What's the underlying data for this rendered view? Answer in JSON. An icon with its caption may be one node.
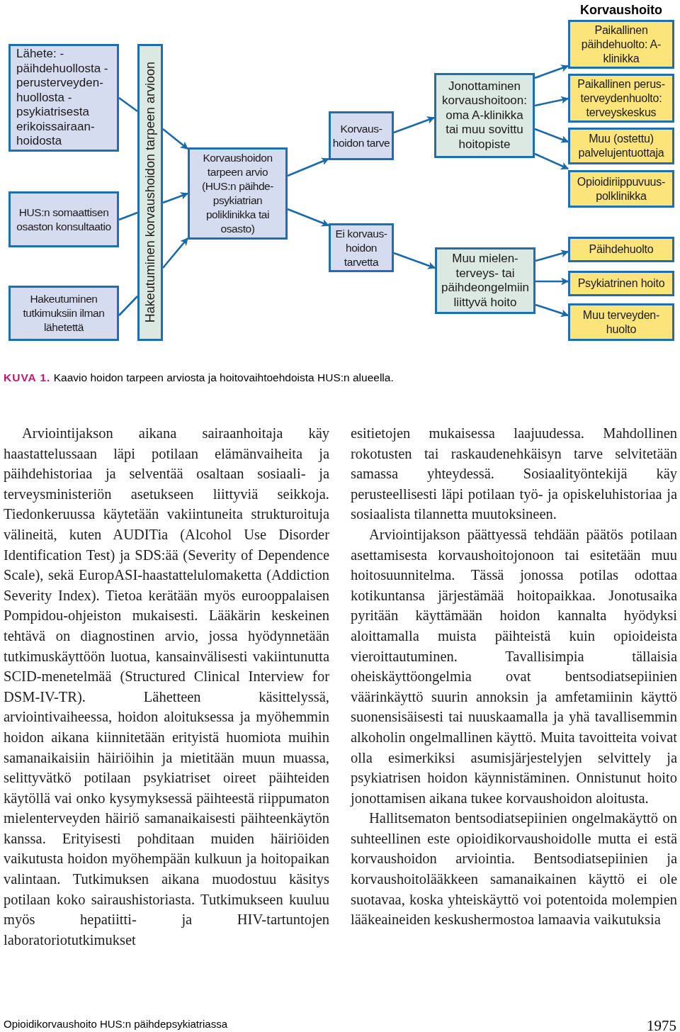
{
  "diagram": {
    "caption": "**KUVA 1.** Kaavio hoidon tarpeen arviosta ja hoitovaihtoehdoista HUS:n alueella.",
    "nodes": [
      {
        "text": [
          "Lähete: - päihdehuollosta - perusterveyden- huollosta - psykiatrisesta erikoissairaan- hoidosta"
        ]
      },
      {
        "text": [
          "HUS:n somaattisen osaston konsultaatio"
        ]
      },
      {
        "text": [
          "Hakeutuminen tutkimuksiin ilman lähetettä"
        ]
      },
      {
        "text": [
          "Hakeutuminen korvaushoidon tarpeen arvioon"
        ]
      },
      {
        "text": [
          "Korvaushoidon tarpeen arvio (HUS:n päihde- psykiatrian poliklinikka tai osasto)"
        ]
      },
      {
        "text": [
          "Korvaus- hoidon tarve"
        ]
      },
      {
        "text": [
          "Ei korvaus- hoidon tarvetta"
        ]
      },
      {
        "text": [
          "Jonottaminen korvaushoitoon: oma A-klinikka tai muu sovittu hoitopiste"
        ]
      },
      {
        "text": [
          "Muu mielen- terveys- tai päihdeongelmiin liittyvä hoito"
        ]
      },
      {
        "text": [
          "Paikallinen päihdehuolto: A-klinikka"
        ]
      },
      {
        "text": [
          "Paikallinen perus- terveydenhuolto: terveyskeskus"
        ]
      },
      {
        "text": [
          "Muu (ostettu) palvelujentuottaja"
        ]
      },
      {
        "text": [
          "Opioidiriippuvuus- polklinikka"
        ]
      },
      {
        "text": [
          "Päihdehuolto"
        ]
      },
      {
        "text": [
          "Psykiatrinen hoito"
        ]
      },
      {
        "text": [
          "Muu terveyden- huolto"
        ]
      }
    ],
    "edges": [
      {
        "from": 0,
        "to": 3,
        "arrow": "none"
      },
      {
        "from": 1,
        "to": 3,
        "arrow": "none"
      },
      {
        "from": 2,
        "to": 3,
        "arrow": "none"
      },
      {
        "from": 3,
        "to": 4,
        "arrow": "to"
      },
      {
        "from": 3,
        "to": 4,
        "arrow": "to"
      },
      {
        "from": 3,
        "to": 4,
        "arrow": "to"
      },
      {
        "from": 4,
        "to": 5,
        "arrow": "to"
      },
      {
        "from": 4,
        "to": 6,
        "arrow": "to"
      },
      {
        "from": 5,
        "to": 7,
        "arrow": "to"
      },
      {
        "from": 6,
        "to": 8,
        "arrow": "to"
      },
      {
        "from": 7,
        "to": 9,
        "arrow": "to"
      },
      {
        "from": 7,
        "to": 10,
        "arrow": "to"
      },
      {
        "from": 7,
        "to": 11,
        "arrow": "to"
      },
      {
        "from": 7,
        "to": 12,
        "arrow": "to"
      },
      {
        "from": 8,
        "to": 13,
        "arrow": "to"
      },
      {
        "from": 8,
        "to": 14,
        "arrow": "to"
      },
      {
        "from": 8,
        "to": 15,
        "arrow": "to"
      }
    ],
    "labels": [
      "Korvaushoito",
      "Arviointijakson aikana sairaanhoitaja käy haastattelussaan läpi potilaan elämänvaiheita ja päihdehistoriaa ja selventää osaltaan sosiaali- ja terveysministeriön asetukseen liittyviä seikkoja. Tiedonkeruussa käytetään vakiintuneita strukturoituja välineitä, kuten AUDITia (Alcohol Use Disorder Identification Test) ja SDS:ää (Severity of Dependence Scale), sekä EuropASI-haastattelulomaketta (Addiction Severity Index). Tietoa kerätään myös eurooppalaisen Pompidou-ohjeiston mukaisesti. Lääkärin keskeinen tehtävä on diagnostinen arvio, jossa hyödynnetään tutkimuskäyttöön luotua, kansainvälisesti vakiintunutta SCID-menetelmää (Structured Clinical Interview for DSM-IV-TR). Lähetteen käsittelyssä, arviointivaiheessa, hoidon aloituksessa ja myöhemmin hoidon aikana kiinnitetään erityistä huomiota muihin samanaikaisiin häiriöihin ja mietitään muun muassa, selittyvätkö potilaan psykiatriset oireet päihteiden käytöllä vai onko kysymyksessä päihteestä riippumaton mielenterveyden häiriö samanaikaisesti päihteenkäytön kanssa. Erityisesti pohditaan muiden häiriöiden vaikutusta hoidon myöhempään kulkuun ja hoitopaikan valintaan. Tutkimuksen aikana muodostuu käsitys potilaan koko sairaushistoriasta. Tutkimukseen kuuluu myös hepatiitti- ja HIV-tartuntojen laboratoriotutkimukset",
      "esitietojen mukaisessa laajuudessa. Mahdollinen rokotusten tai raskaudenehkäisyn tarve selvitetään samassa yhteydessä. Sosiaalityöntekijä käy perusteellisesti läpi potilaan työ- ja opiskeluhistoriaa ja sosiaalista tilannetta muutoksineen.",
      "Arviointijakson päättyessä tehdään päätös potilaan asettamisesta korvaushoitojonoon tai esitetään muu hoitosuunnitelma. Tässä jonossa potilas odottaa kotikuntansa järjestämää hoitopaikkaa. Jonotusaika pyritään käyttämään hoidon kannalta hyödyksi aloittamalla muista päihteistä kuin opioideista vieroittautuminen. Tavallisimpia tällaisia oheiskäyttöongelmia ovat bentsodiatsepiinien väärinkäyttö suurin annoksin ja amfetamiinin käyttö suonensisäisesti tai nuuskaamalla ja yhä tavallisemmin alkoholin ongelmallinen käyttö. Muita tavoitteita voivat olla esimerkiksi asumisjärjestelyjen selvittely ja psykiatrisen hoidon käynnistäminen. Onnistunut hoito jonottamisen aikana tukee korvaushoidon aloitusta.",
      "Hallitsematon bentsodiatsepiinien ongelmakäyttö on suhteellinen este opioidikorvaushoidolle mutta ei estä korvaushoidon arviointia. Bentsodiatsepiinien ja korvaushoitolääkkeen samanaikainen käyttö ei ole suotavaa, koska yhteiskäyttö voi potentoida molempien lääkeaineiden keskushermostoa lamaavia vaikutuksia",
      "Opioidikorvaushoito HUS:n päihdepsykiatriassa",
      "1975"
    ]
  }
}
